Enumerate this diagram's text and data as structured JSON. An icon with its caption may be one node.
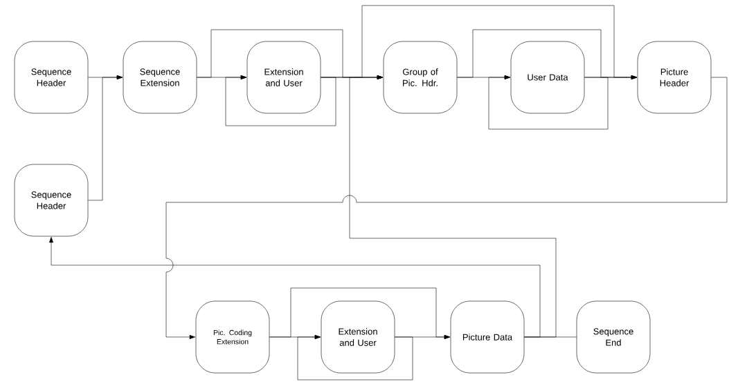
{
  "diagram": {
    "nodes": [
      {
        "text": [
          "Sequence Header"
        ]
      },
      {
        "text": [
          "Sequence Extension"
        ]
      },
      {
        "text": [
          "Extension and User"
        ]
      },
      {
        "text": [
          "Group of Pic. Hdr."
        ]
      },
      {
        "text": [
          "User Data"
        ]
      },
      {
        "text": [
          "Picture Header"
        ]
      },
      {
        "text": [
          "Sequence Header"
        ]
      },
      {
        "text": [
          "Pic. Coding Extension"
        ]
      },
      {
        "text": [
          "Extension and User"
        ]
      },
      {
        "text": [
          "Picture Data"
        ]
      },
      {
        "text": [
          "Sequence End"
        ]
      }
    ],
    "edges": [
      {
        "from": 0,
        "to": 1,
        "arrow": "to"
      },
      {
        "from": 6,
        "to": 1,
        "arrow": "to"
      },
      {
        "from": 1,
        "to": 2,
        "arrow": "to"
      },
      {
        "from": 1,
        "to": 3,
        "arrow": "to"
      },
      {
        "from": 2,
        "to": 2,
        "arrow": "to"
      },
      {
        "from": 2,
        "to": 3,
        "arrow": "to"
      },
      {
        "from": 2,
        "to": 5,
        "arrow": "to"
      },
      {
        "from": 3,
        "to": 4,
        "arrow": "to"
      },
      {
        "from": 3,
        "to": 5,
        "arrow": "to"
      },
      {
        "from": 4,
        "to": 4,
        "arrow": "to"
      },
      {
        "from": 4,
        "to": 5,
        "arrow": "to"
      },
      {
        "from": 5,
        "to": 7,
        "arrow": "to"
      },
      {
        "from": 7,
        "to": 8,
        "arrow": "to"
      },
      {
        "from": 7,
        "to": 9,
        "arrow": "to"
      },
      {
        "from": 8,
        "to": 8,
        "arrow": "to"
      },
      {
        "from": 8,
        "to": 9,
        "arrow": "to"
      },
      {
        "from": 9,
        "to": 6,
        "arrow": "to"
      },
      {
        "from": 9,
        "to": 3,
        "arrow": "to"
      },
      {
        "from": 9,
        "to": 10,
        "arrow": "none"
      }
    ]
  }
}
